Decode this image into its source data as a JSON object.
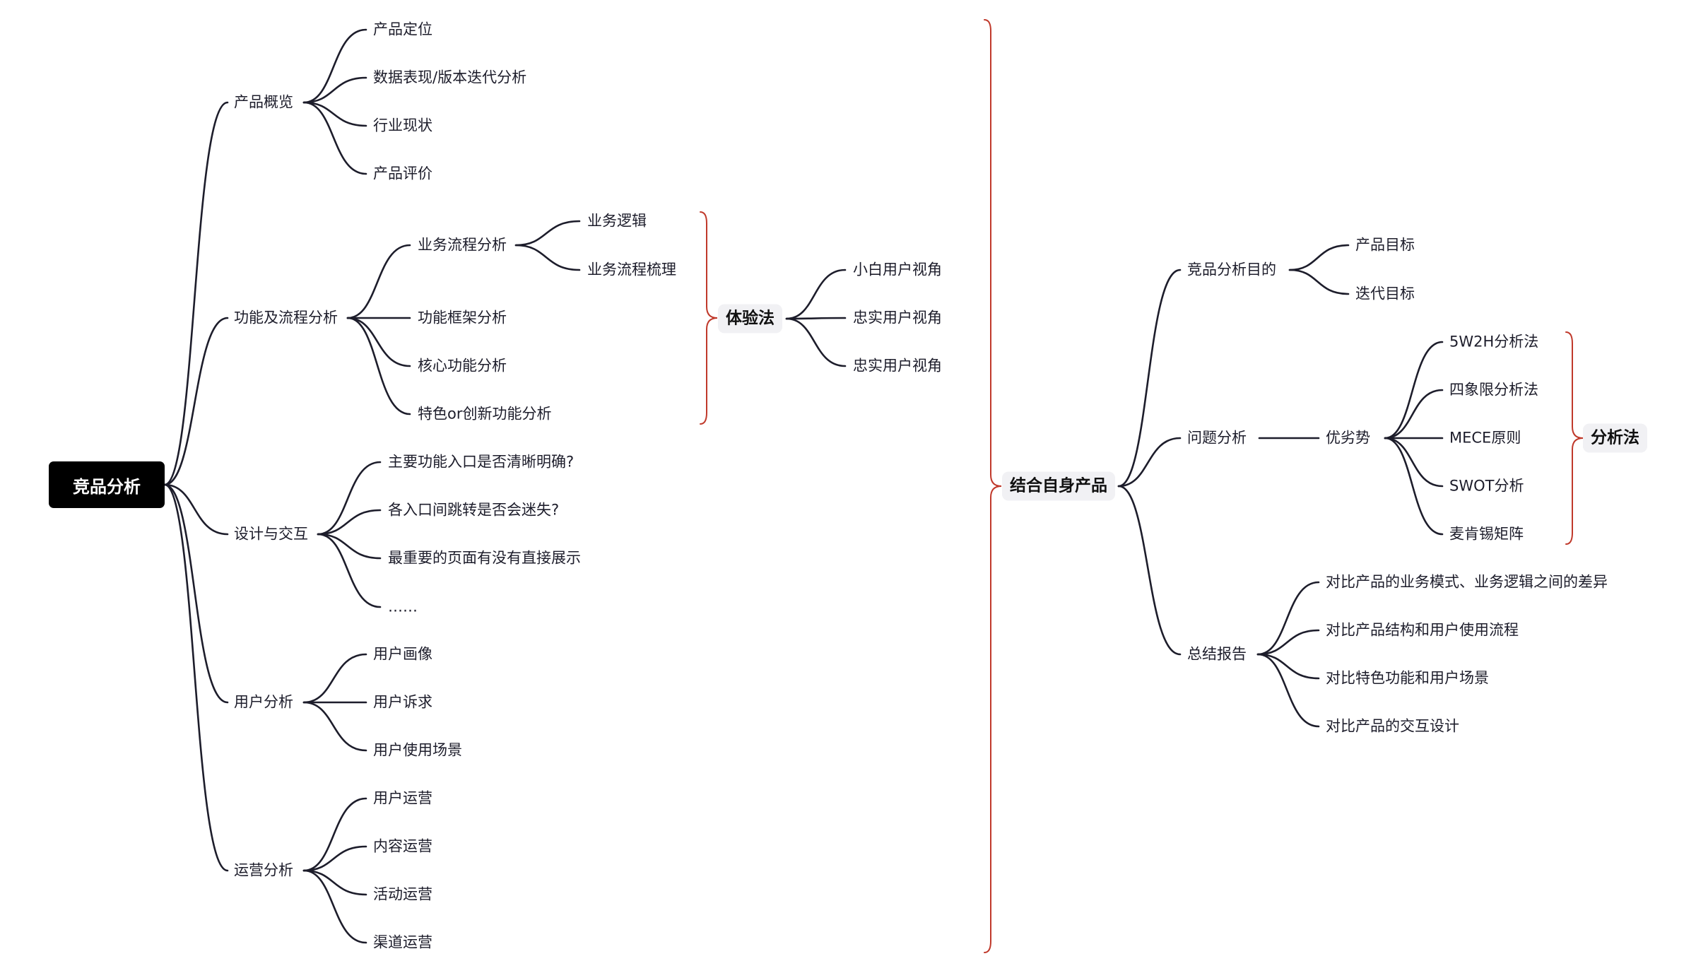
{
  "root": "竞品分析",
  "branches": [
    {
      "label": "产品概览",
      "children": [
        "产品定位",
        "数据表现/版本迭代分析",
        "行业现状",
        "产品评价"
      ]
    },
    {
      "label": "功能及流程分析",
      "children": [
        "业务流程分析",
        "功能框架分析",
        "核心功能分析",
        "特色or创新功能分析"
      ],
      "sub": {
        "业务流程分析": [
          "业务逻辑",
          "业务流程梳理"
        ]
      }
    },
    {
      "label": "设计与交互",
      "children": [
        "主要功能入口是否清晰明确?",
        "各入口间跳转是否会迷失?",
        "最重要的页面有没有直接展示",
        "……"
      ]
    },
    {
      "label": "用户分析",
      "children": [
        "用户画像",
        "用户诉求",
        "用户使用场景"
      ]
    },
    {
      "label": "运营分析",
      "children": [
        "用户运营",
        "内容运营",
        "活动运营",
        "渠道运营"
      ]
    }
  ],
  "experience": {
    "label": "体验法",
    "children": [
      "小白用户视角",
      "忠实用户视角",
      "忠实用户视角"
    ]
  },
  "combine": {
    "label": "结合自身产品",
    "branches": [
      {
        "label": "竞品分析目的",
        "children": [
          "产品目标",
          "迭代目标"
        ]
      },
      {
        "label": "问题分析",
        "mid": "优劣势",
        "children": [
          "5W2H分析法",
          "四象限分析法",
          "MECE原则",
          "SWOT分析",
          "麦肯锡矩阵"
        ]
      },
      {
        "label": "总结报告",
        "children": [
          "对比产品的业务模式、业务逻辑之间的差异",
          "对比产品结构和用户使用流程",
          "对比特色功能和用户场景",
          "对比产品的交互设计"
        ]
      }
    ]
  },
  "analysis": {
    "label": "分析法"
  },
  "colors": {
    "line": "#1d1d2b",
    "brace": "#c0392b",
    "root_bg": "#000000",
    "pill_bg": "#f1f1f4"
  }
}
